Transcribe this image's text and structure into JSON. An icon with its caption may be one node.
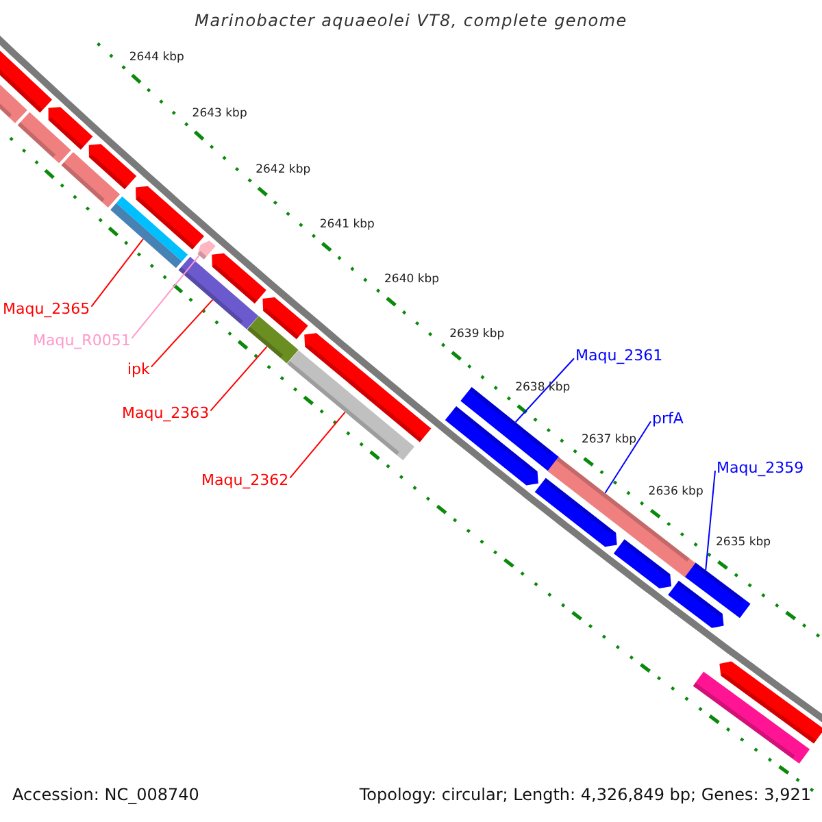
{
  "diagram": {
    "title": "Marinobacter aquaeolei VT8, complete genome",
    "nodes": [
      {
        "text": [
          "Maqu_2365"
        ]
      },
      {
        "text": [
          "Maqu_R0051"
        ]
      },
      {
        "text": [
          "ipk"
        ]
      },
      {
        "text": [
          "Maqu_2363"
        ]
      },
      {
        "text": [
          "Maqu_2362"
        ]
      },
      {
        "text": [
          "Maqu_2361"
        ]
      },
      {
        "text": [
          "prfA"
        ]
      },
      {
        "text": [
          "Maqu_2359"
        ]
      },
      {
        "text": [],
        "shape": "bar"
      },
      {
        "text": [],
        "shape": "bar"
      },
      {
        "text": [],
        "shape": "bar"
      },
      {
        "text": [],
        "shape": "bar"
      },
      {
        "text": [],
        "shape": "bar"
      },
      {
        "text": [],
        "shape": "bar"
      },
      {
        "text": [],
        "shape": "bar"
      },
      {
        "text": [],
        "shape": "bar"
      },
      {
        "text": [],
        "shape": "bar"
      },
      {
        "text": [],
        "shape": "bar"
      },
      {
        "text": [],
        "shape": "bar"
      },
      {
        "text": [],
        "shape": "bar"
      },
      {
        "text": [],
        "shape": "bar"
      },
      {
        "text": [],
        "shape": "bar"
      },
      {
        "text": [],
        "shape": "bar"
      },
      {
        "text": [],
        "shape": "bar"
      },
      {
        "text": [],
        "shape": "bar"
      },
      {
        "text": [],
        "shape": "bar"
      },
      {
        "text": [],
        "shape": "bar"
      },
      {
        "text": [],
        "shape": "bar"
      },
      {
        "text": [],
        "shape": "bar"
      },
      {
        "text": [],
        "shape": "bar"
      },
      {
        "text": [],
        "shape": "bar"
      },
      {
        "text": [],
        "shape": "bar"
      }
    ],
    "edges": [
      {
        "from": 0,
        "to": 14,
        "arrow": "none"
      },
      {
        "from": 1,
        "to": 17,
        "arrow": "none",
        "color": "#ff99cc"
      },
      {
        "from": 2,
        "to": 16,
        "arrow": "none"
      },
      {
        "from": 3,
        "to": 20,
        "arrow": "none"
      },
      {
        "from": 4,
        "to": 22,
        "arrow": "none"
      },
      {
        "from": 5,
        "to": 24,
        "arrow": "none",
        "color": "#0000ff"
      },
      {
        "from": 6,
        "to": 25,
        "arrow": "none",
        "color": "#0000ff"
      },
      {
        "from": 7,
        "to": 29,
        "arrow": "none",
        "color": "#0000ff"
      }
    ],
    "labels": [
      "2644 kbp",
      "2643 kbp",
      "2642 kbp",
      "2641 kbp",
      "2640 kbp",
      "2639 kbp",
      "2638 kbp",
      "2637 kbp",
      "2636 kbp",
      "2635 kbp",
      "Accession: NC_008740",
      "Topology: circular; Length: 4,326,849 bp; Genes: 3,921"
    ]
  }
}
